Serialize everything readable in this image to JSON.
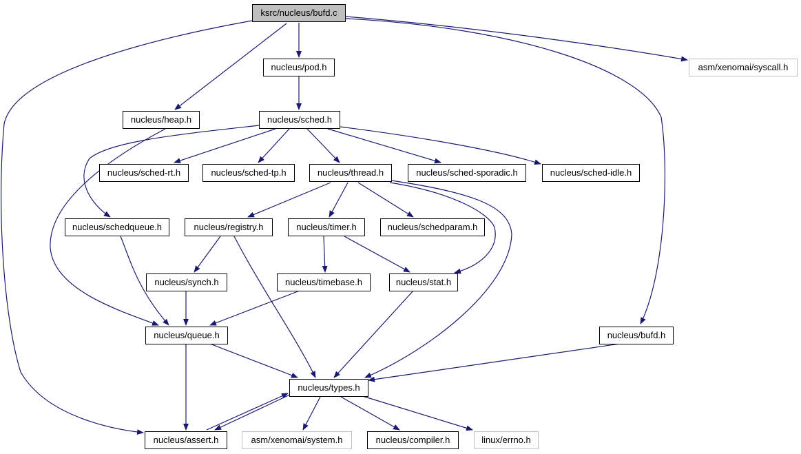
{
  "colors": {
    "edge": "#191970",
    "root_fill": "#bfbfbf",
    "node_border": "#000000",
    "external_border": "#bfbfbf"
  },
  "nodes": {
    "bufd_c": "ksrc/nucleus/bufd.c",
    "pod_h": "nucleus/pod.h",
    "syscall_h": "asm/xenomai/syscall.h",
    "heap_h": "nucleus/heap.h",
    "sched_h": "nucleus/sched.h",
    "sched_rt_h": "nucleus/sched-rt.h",
    "sched_tp_h": "nucleus/sched-tp.h",
    "thread_h": "nucleus/thread.h",
    "sched_sporadic_h": "nucleus/sched-sporadic.h",
    "sched_idle_h": "nucleus/sched-idle.h",
    "schedqueue_h": "nucleus/schedqueue.h",
    "registry_h": "nucleus/registry.h",
    "timer_h": "nucleus/timer.h",
    "schedparam_h": "nucleus/schedparam.h",
    "synch_h": "nucleus/synch.h",
    "timebase_h": "nucleus/timebase.h",
    "stat_h": "nucleus/stat.h",
    "queue_h": "nucleus/queue.h",
    "bufd_h": "nucleus/bufd.h",
    "types_h": "nucleus/types.h",
    "assert_h": "nucleus/assert.h",
    "system_h": "asm/xenomai/system.h",
    "compiler_h": "nucleus/compiler.h",
    "errno_h": "linux/errno.h"
  }
}
